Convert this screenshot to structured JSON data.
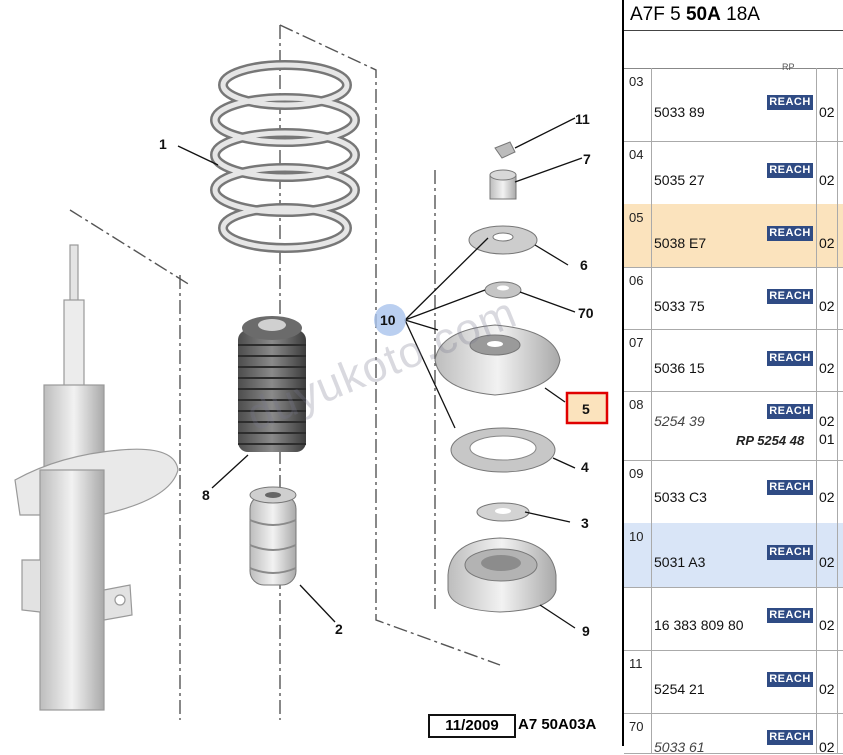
{
  "watermark": "duyukoto.com",
  "diagram": {
    "callouts": {
      "c1": "1",
      "c2": "2",
      "c3": "3",
      "c4": "4",
      "c5": "5",
      "c6": "6",
      "c7": "7",
      "c8": "8",
      "c9": "9",
      "c10": "10",
      "c11": "11",
      "c70": "70"
    },
    "footer_date": "11/2009",
    "footer_code": "A7 50A03A",
    "highlight_color": "#e00000",
    "selected_callout_color": "#a9c3ec"
  },
  "panel": {
    "title_prefix": "A7F 5 ",
    "title_bold": "50A",
    "title_suffix": " 18A",
    "sub_label": "RP",
    "reach_label": "REACH",
    "rows": [
      {
        "pos": "03",
        "ref": "5033 89",
        "qty": "02"
      },
      {
        "pos": "04",
        "ref": "5035 27",
        "qty": "02"
      },
      {
        "pos": "05",
        "ref": "5038 E7",
        "qty": "02"
      },
      {
        "pos": "06",
        "ref": "5033 75",
        "qty": "02"
      },
      {
        "pos": "07",
        "ref": "5036 15",
        "qty": "02"
      },
      {
        "pos": "08",
        "ref": "5254 39",
        "qty": "02",
        "qty2": "01",
        "rp": "RP 5254 48"
      },
      {
        "pos": "09",
        "ref": "5033 C3",
        "qty": "02"
      },
      {
        "pos": "10",
        "ref": "5031 A3",
        "qty": "02"
      },
      {
        "pos": "",
        "ref": "16 383 809 80",
        "qty": "02"
      },
      {
        "pos": "11",
        "ref": "5254 21",
        "qty": "02"
      },
      {
        "pos": "70",
        "ref": "5033 61",
        "qty": "02"
      }
    ]
  }
}
